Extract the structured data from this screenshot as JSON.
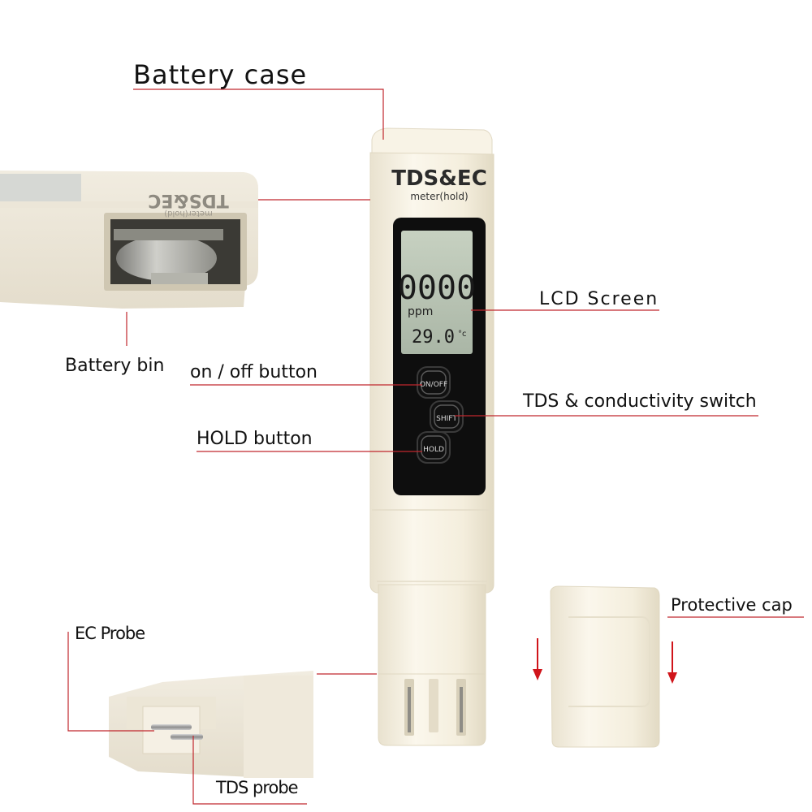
{
  "labels": {
    "battery_case": "Battery case",
    "battery_bin": "Battery bin",
    "lcd_screen": "LCD Screen",
    "on_off_button": "on / off button",
    "tds_switch": "TDS & conductivity switch",
    "hold_button": "HOLD button",
    "protective_cap": "Protective cap",
    "ec_probe": "EC Probe",
    "tds_probe": "TDS probe"
  },
  "device": {
    "brand": "TDS&EC",
    "subtitle": "meter(hold)",
    "display_main": "0000",
    "display_unit": "ppm",
    "display_temp": "29.0",
    "display_temp_unit": "°c",
    "btn_onoff": "ON/OFF",
    "btn_shift": "SHIFT",
    "btn_hold": "HOLD"
  },
  "inset": {
    "brand_mirrored": "TDS&EC",
    "subtitle_mirrored": "meter(hold)"
  },
  "colors": {
    "leader_line": "#c0272d",
    "arrow": "#d0141a",
    "device_body": "#f6f1e2",
    "lcd_bezel": "#0e0e0e",
    "lcd_screen": "#b9c4b4"
  }
}
